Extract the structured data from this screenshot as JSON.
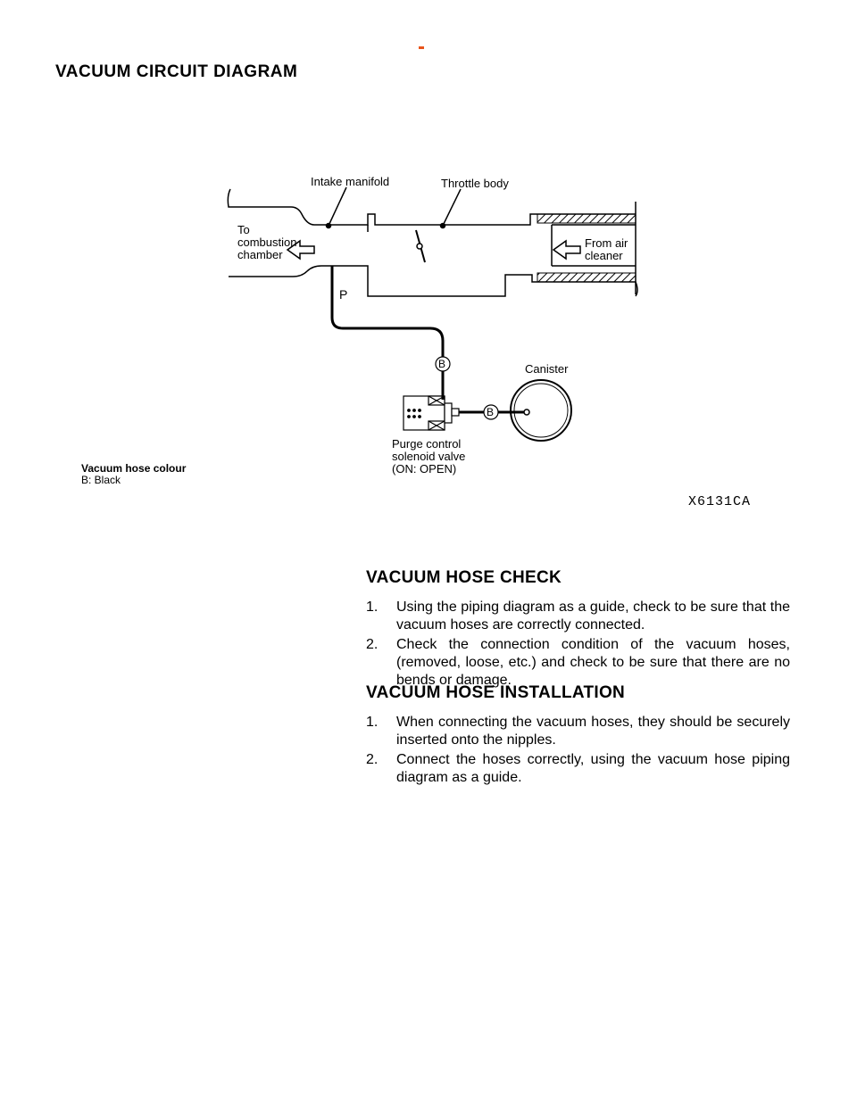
{
  "title": "VACUUM CIRCUIT DIAGRAM",
  "diagram": {
    "labels": {
      "intake_manifold": "Intake manifold",
      "throttle_body": "Throttle body",
      "to_combustion_1": "To",
      "to_combustion_2": "combustion",
      "to_combustion_3": "chamber",
      "from_air_1": "From air",
      "from_air_2": "cleaner",
      "port_p": "P",
      "hose_b_1": "B",
      "hose_b_2": "B",
      "canister": "Canister",
      "valve_1": "Purge control",
      "valve_2": "solenoid  valve",
      "valve_3": "(ON: OPEN)"
    },
    "legend": {
      "title": "Vacuum hose colour",
      "entry": "B: Black"
    },
    "figure_code": "X6131CA"
  },
  "sections": [
    {
      "heading": "VACUUM  HOSE  CHECK",
      "steps": [
        {
          "num": "1.",
          "text": "Using the piping diagram as a guide, check to be sure that the vacuum hoses are correctly connected."
        },
        {
          "num": "2.",
          "text": "Check the connection condition of the vacuum hoses, (removed, loose, etc.) and check to be sure that there are no bends or damage."
        }
      ]
    },
    {
      "heading": "VACUUM  HOSE  INSTALLATION",
      "steps": [
        {
          "num": "1.",
          "text": "When connecting the vacuum hoses, they should be securely inserted onto the nipples."
        },
        {
          "num": "2.",
          "text": "Connect the hoses correctly, using the vacuum hose piping diagram as a guide."
        }
      ]
    }
  ],
  "colors": {
    "accent_mark": "#e8541a"
  }
}
